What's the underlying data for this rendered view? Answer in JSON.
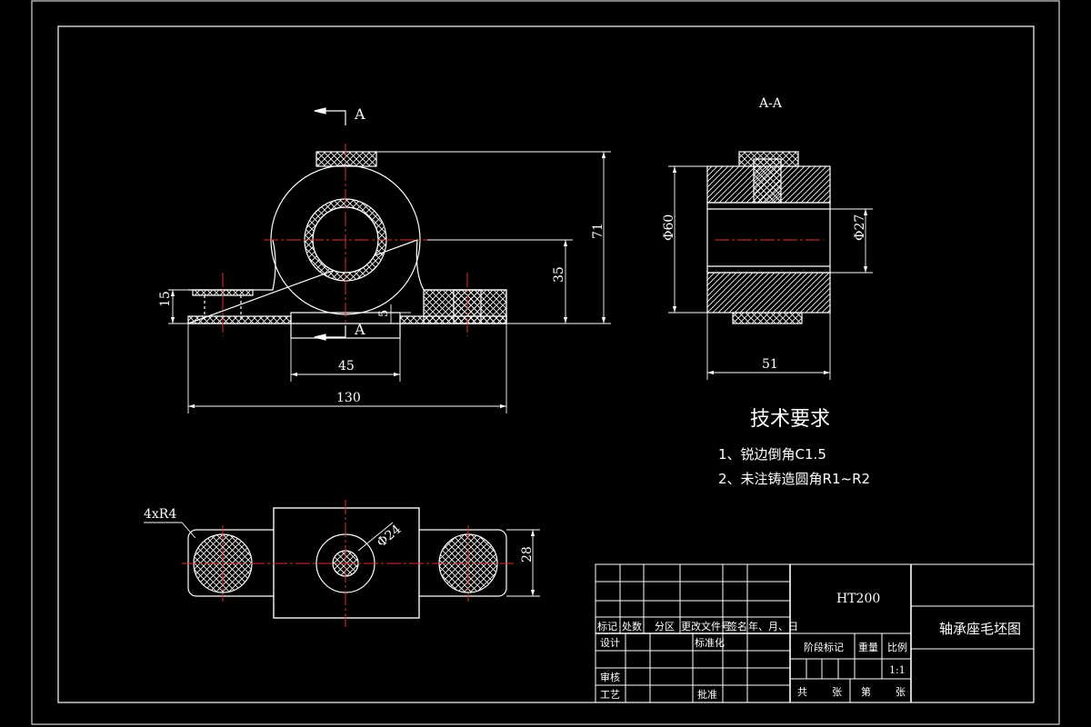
{
  "section_marks": {
    "top": "A",
    "bottom": "A",
    "section_title": "A-A"
  },
  "dims": {
    "front_15": "15",
    "front_35": "35",
    "front_71": "71",
    "front_5": "5",
    "front_45": "45",
    "front_130": "130",
    "side_d60": "Φ60",
    "side_d27": "Φ27",
    "side_51": "51",
    "top_4xr4": "4xR4",
    "top_d24": "Φ24",
    "top_28": "28"
  },
  "tech": {
    "title": "技术要求",
    "item1": "1、锐边倒角C1.5",
    "item2": "2、未注铸造圆角R1~R2"
  },
  "title_block": {
    "material": "HT200",
    "drawing_name": "轴承座毛坯图",
    "col_biaoji": "标记",
    "col_chushu": "处数",
    "col_fenqu": "分区",
    "col_genggai": "更改文件号",
    "col_qianming": "签名",
    "col_date": "年、月、日",
    "row_sheji": "设计",
    "row_biaozhunhua": "标准化",
    "row_shenhe": "审核",
    "row_gongyi": "工艺",
    "row_pizhun": "批准",
    "stage_mark": "阶段标记",
    "weight": "重量",
    "scale_label": "比例",
    "scale_value": "1:1",
    "gong": "共",
    "zhang1": "张",
    "di": "第",
    "zhang2": "张"
  }
}
